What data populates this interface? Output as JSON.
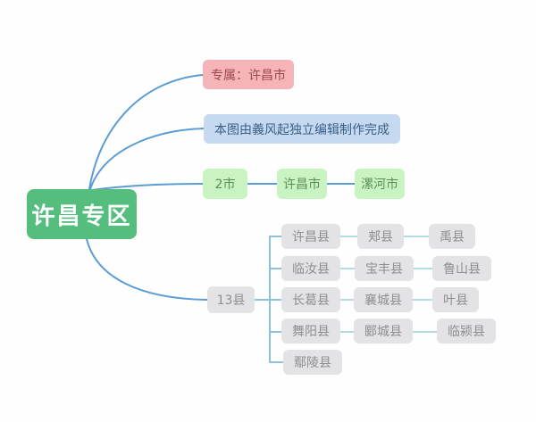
{
  "root": {
    "label": "许昌专区"
  },
  "notes": {
    "exclusive": {
      "label": "专属：许昌市"
    },
    "credit": {
      "label": "本图由義风起独立编辑制作完成"
    }
  },
  "cities": {
    "label": "2市",
    "items": [
      {
        "label": "许昌市"
      },
      {
        "label": "漯河市"
      }
    ]
  },
  "counties": {
    "label": "13县",
    "rows": [
      [
        {
          "label": "许昌县"
        },
        {
          "label": "郏县"
        },
        {
          "label": "禹县"
        }
      ],
      [
        {
          "label": "临汝县"
        },
        {
          "label": "宝丰县"
        },
        {
          "label": "鲁山县"
        }
      ],
      [
        {
          "label": "长葛县"
        },
        {
          "label": "襄城县"
        },
        {
          "label": "叶县"
        }
      ],
      [
        {
          "label": "舞阳县"
        },
        {
          "label": "郾城县"
        },
        {
          "label": "临颍县"
        }
      ],
      [
        {
          "label": "鄢陵县"
        }
      ]
    ]
  },
  "colors": {
    "root_bg": "#55bd7d",
    "root_text": "#ffffff",
    "pink_bg": "#f6b3b8",
    "pink_text": "#9c4a4f",
    "blue_bg": "#c5daf0",
    "blue_text": "#3a5f85",
    "green_bg": "#c9f3c1",
    "green_text": "#5a8f5a",
    "gray_bg": "#e3e3e6",
    "gray_text": "#8e8e93",
    "branch_line": "#5b9cd6",
    "bracket_line": "#8cc2dc",
    "county_line": "#b2dbe7"
  }
}
